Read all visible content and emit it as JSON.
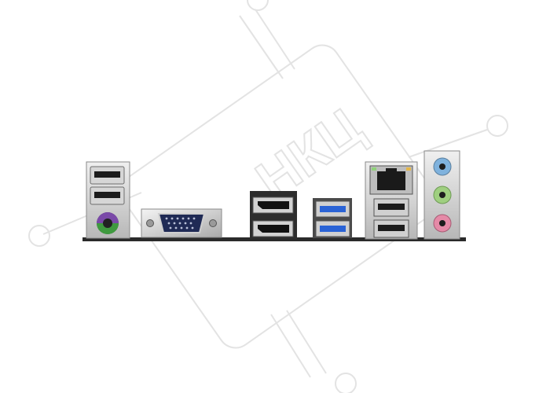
{
  "image": {
    "subject": "motherboard-rear-io-panel",
    "background_color": "#ffffff",
    "watermark": {
      "present": true,
      "text": "НКЦ",
      "color": "#e3e3e3"
    },
    "pcb_color": "#2a2a2a",
    "ports": [
      {
        "name": "usb-2-port-top",
        "type": "usb-a",
        "color": "#1c1c1c"
      },
      {
        "name": "usb-2-port-bottom",
        "type": "usb-a",
        "color": "#1c1c1c"
      },
      {
        "name": "ps2-combo-port",
        "type": "ps2",
        "color_top": "#7a49a8",
        "color_bottom": "#3f9a3f"
      },
      {
        "name": "vga-port",
        "type": "d-sub",
        "color": "#1f2a55"
      },
      {
        "name": "displayport-top",
        "type": "displayport",
        "color": "#111111"
      },
      {
        "name": "displayport-bottom",
        "type": "displayport",
        "color": "#111111"
      },
      {
        "name": "usb-3-port-top",
        "type": "usb-a",
        "color": "#2a63d6"
      },
      {
        "name": "usb-3-port-bottom",
        "type": "usb-a",
        "color": "#2a63d6"
      },
      {
        "name": "rj45-lan-port",
        "type": "ethernet",
        "color": "#1a1a1a"
      },
      {
        "name": "usb-2-port-lan-1",
        "type": "usb-a",
        "color": "#1c1c1c"
      },
      {
        "name": "usb-2-port-lan-2",
        "type": "usb-a",
        "color": "#1c1c1c"
      },
      {
        "name": "audio-jack-line-in",
        "type": "audio",
        "color": "#7fb2dd"
      },
      {
        "name": "audio-jack-line-out",
        "type": "audio",
        "color": "#9fcf80"
      },
      {
        "name": "audio-jack-mic",
        "type": "audio",
        "color": "#e58aa7"
      }
    ]
  }
}
